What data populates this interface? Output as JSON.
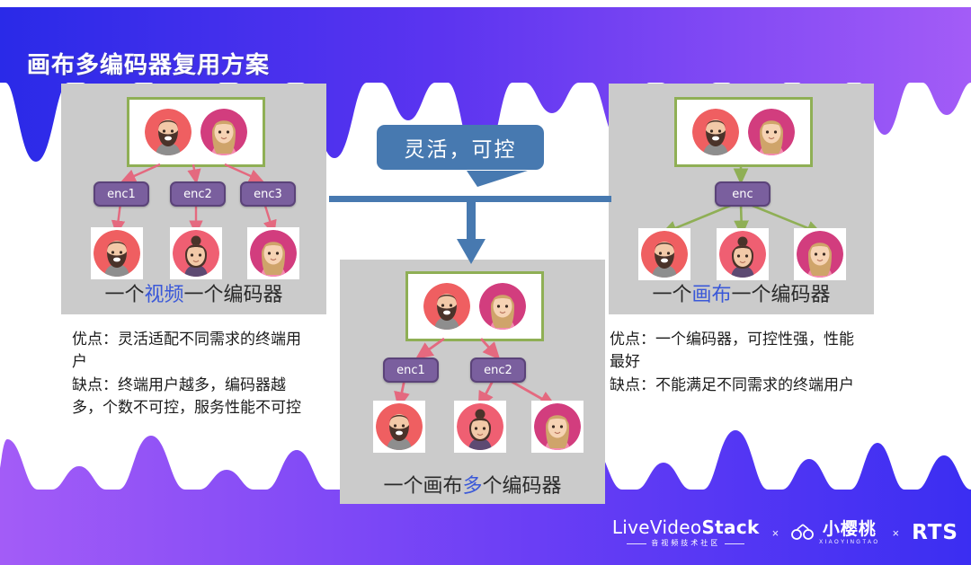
{
  "slide": {
    "title": "画布多编码器复用方案",
    "background": {
      "top_gradient_from": "#2a2ae8",
      "top_gradient_to": "#a35cf7",
      "bottom_gradient_from": "#a35cf7",
      "bottom_gradient_to": "#3b2ef2",
      "panel_gray": "#cbcbcb"
    }
  },
  "center_flow": {
    "bubble_text": "灵活，可控",
    "bubble_color": "#4779b0"
  },
  "panels": {
    "left": {
      "caption_pre": "一个",
      "caption_hl": "视频",
      "caption_post": "一个编码器",
      "encoders": [
        "enc1",
        "enc2",
        "enc3"
      ],
      "arrow_color": "#e4697f",
      "canvas_border_color": "#8faf55",
      "outputs": [
        "avatar-beard-man",
        "avatar-bun-woman",
        "avatar-blonde-woman"
      ]
    },
    "center": {
      "caption_pre": "一个画布",
      "caption_hl": "多",
      "caption_post": "个编码器",
      "encoders": [
        "enc1",
        "enc2"
      ],
      "arrow_color": "#e4697f",
      "canvas_border_color": "#8faf55",
      "outputs": [
        "avatar-beard-man",
        "avatar-bun-woman",
        "avatar-blonde-woman"
      ]
    },
    "right": {
      "caption_pre": "一个",
      "caption_hl": "画布",
      "caption_post": "一个编码器",
      "encoders": [
        "enc"
      ],
      "arrow_color": "#8faf55",
      "canvas_border_color": "#8faf55",
      "outputs": [
        "avatar-beard-man",
        "avatar-bun-woman",
        "avatar-blonde-woman"
      ]
    }
  },
  "notes": {
    "left": {
      "pros": "优点：灵活适配不同需求的终端用户",
      "cons": "缺点：终端用户越多，编码器越多，个数不可控，服务性能不可控"
    },
    "right": {
      "pros": "优点：一个编码器，可控性强，性能最好",
      "cons": "缺点：不能满足不同需求的终端用户"
    }
  },
  "footer": {
    "brand_live": "Live",
    "brand_video": "Video",
    "brand_stack": "Stack",
    "brand_sub": "音视频技术社区",
    "sep1": "×",
    "cherry_cn": "小樱桃",
    "cherry_py": "XIAOYINGTAO",
    "sep2": "×",
    "rts": "RTS"
  }
}
